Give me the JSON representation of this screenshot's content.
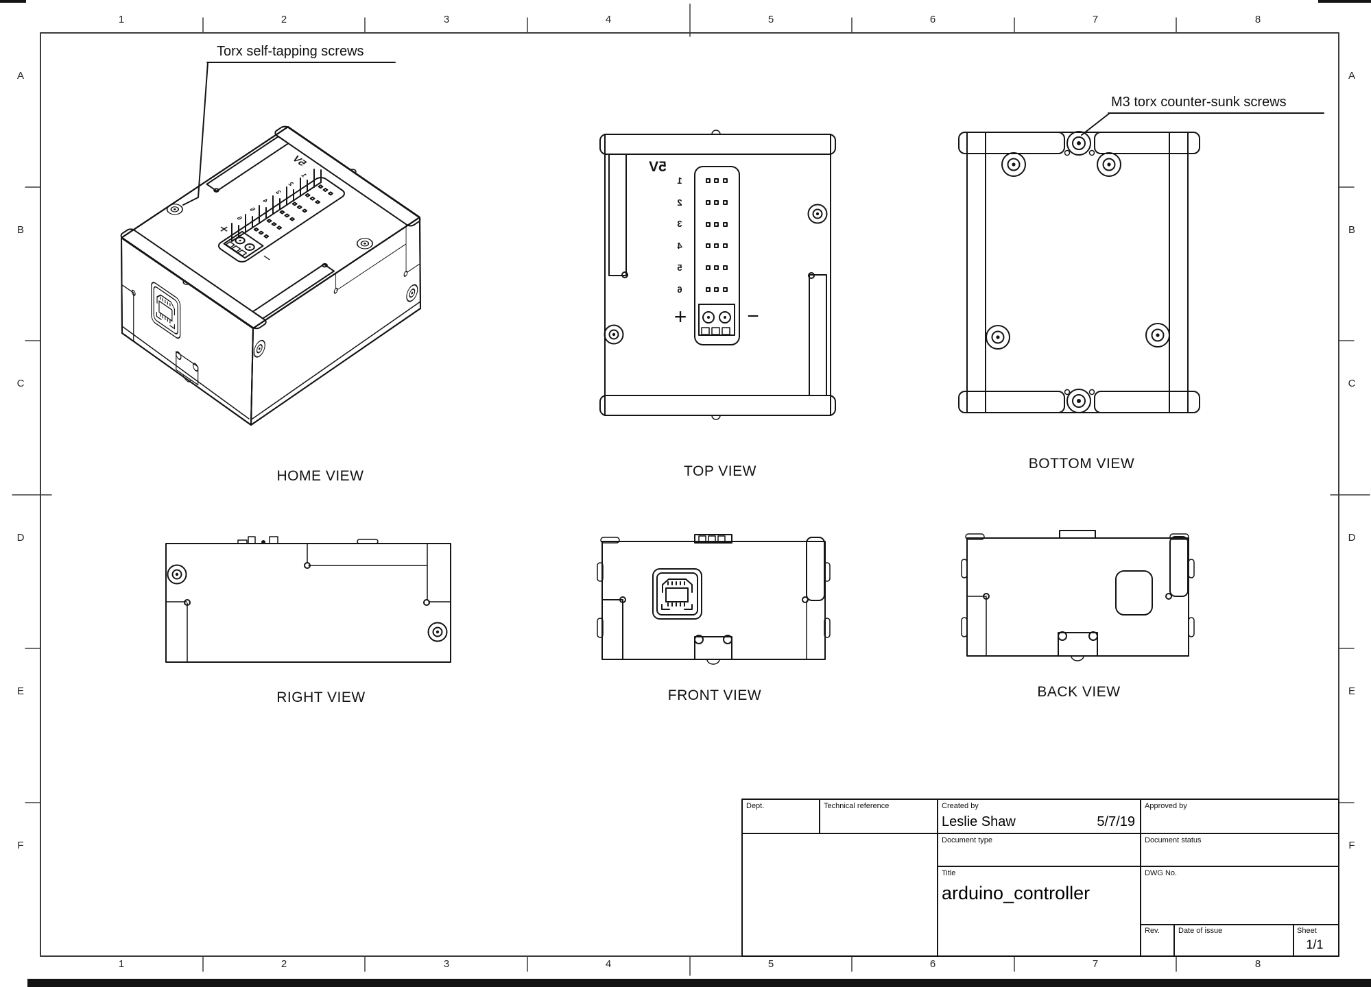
{
  "sheet": {
    "zone_columns": [
      "1",
      "2",
      "3",
      "4",
      "5",
      "6",
      "7",
      "8"
    ],
    "zone_rows": [
      "A",
      "B",
      "C",
      "D",
      "E",
      "F"
    ]
  },
  "annotations": {
    "torx_note": "Torx self-tapping screws",
    "m3_note": "M3 torx counter-sunk screws"
  },
  "views": {
    "home": "HOME VIEW",
    "top": "TOP VIEW",
    "bottom": "BOTTOM VIEW",
    "right": "RIGHT VIEW",
    "front": "FRONT VIEW",
    "back": "BACK VIEW"
  },
  "view_texts": {
    "supply_label": "5V",
    "pin_numbers": [
      "1",
      "2",
      "3",
      "4",
      "5",
      "6"
    ],
    "plus": "+",
    "minus": "−"
  },
  "title_block": {
    "dept_label": "Dept.",
    "technical_reference_label": "Technical reference",
    "created_by_label": "Created by",
    "created_by_value": "Leslie Shaw",
    "created_date": "5/7/19",
    "approved_by_label": "Approved by",
    "document_type_label": "Document type",
    "document_status_label": "Document status",
    "title_label": "Title",
    "title_value": "arduino_controller",
    "dwg_no_label": "DWG No.",
    "rev_label": "Rev.",
    "date_of_issue_label": "Date of issue",
    "sheet_label": "Sheet",
    "sheet_value": "1/1"
  },
  "colors": {
    "line": "#141414",
    "frame": "#3c3c3c",
    "background": "#ffffff"
  }
}
